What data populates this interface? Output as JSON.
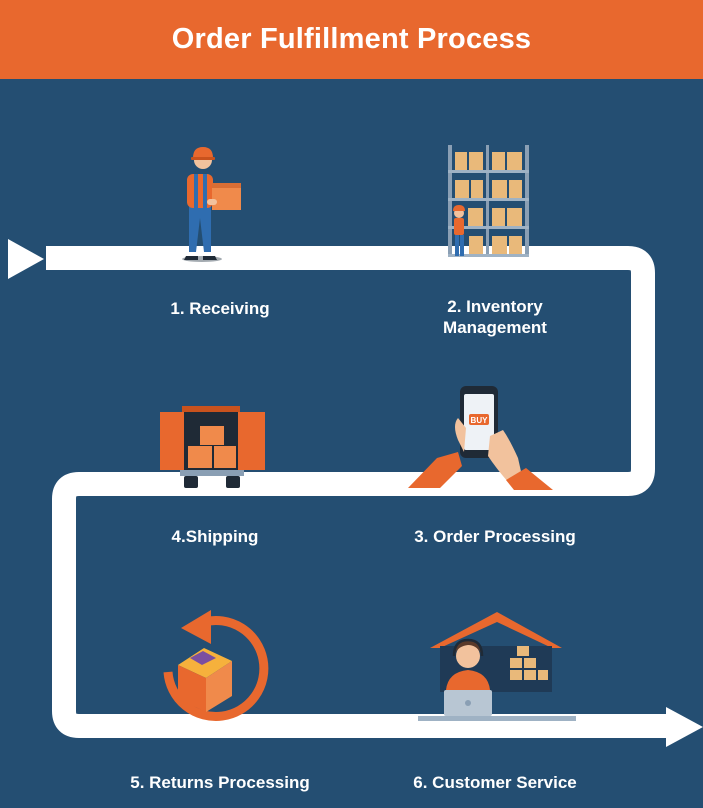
{
  "title": "Order Fulfillment Process",
  "colors": {
    "background": "#244e72",
    "accent": "#e8682e",
    "path": "#ffffff"
  },
  "steps": [
    {
      "label": "1. Receiving",
      "icon": "worker-carrying-box-icon"
    },
    {
      "label": "2. Inventory\nManagement",
      "icon": "warehouse-shelves-icon"
    },
    {
      "label": "3. Order Processing",
      "icon": "smartphone-buy-icon"
    },
    {
      "label": "4.Shipping",
      "icon": "delivery-truck-icon"
    },
    {
      "label": "5. Returns Processing",
      "icon": "return-box-icon"
    },
    {
      "label": "6. Customer Service",
      "icon": "customer-service-agent-icon"
    }
  ],
  "phone_button": "BUY"
}
